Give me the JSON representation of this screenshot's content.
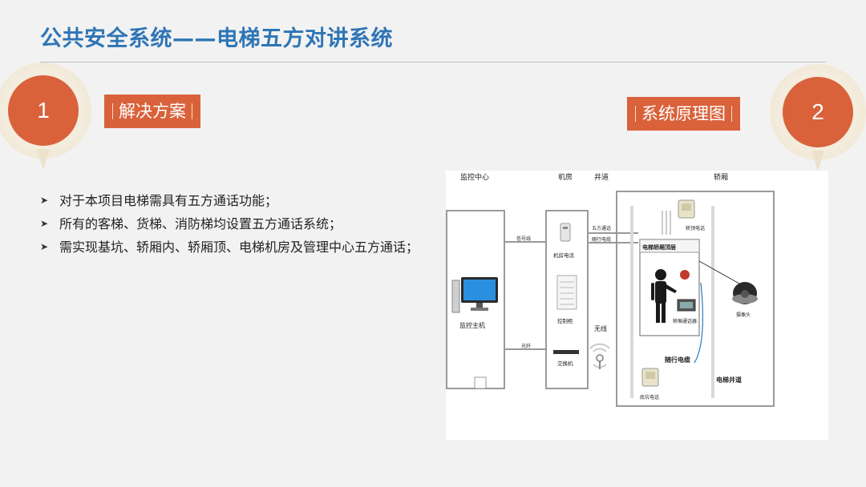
{
  "slide": {
    "title": "公共安全系统——电梯五方对讲系统",
    "badge_left": "1",
    "badge_right": "2",
    "tag_left": "解决方案",
    "tag_right": "系统原理图",
    "bullets": [
      "对于本项目电梯需具有五方通话功能；",
      "所有的客梯、货梯、消防梯均设置五方通话系统；",
      "需实现基坑、轿厢内、轿厢顶、电梯机房及管理中心五方通话；"
    ]
  },
  "diagram": {
    "col_monitor_center": "监控中心",
    "col_machine_room": "机房",
    "col_shaft": "井道",
    "col_car": "轿厢",
    "monitor_host": "监控主机",
    "signal_line": "信号线",
    "fiber": "光纤",
    "machine_room_phone": "机房电话",
    "control_cabinet": "控制柜",
    "switch": "交换机",
    "five_way_call": "五方通话",
    "traveling_cable_label": "随行电缆",
    "wireless": "无线",
    "car_top_phone": "轿顶电话",
    "car_top_layer": "电梯轿厢顶层",
    "car_intercom": "轿厢通话器",
    "camera": "摄像头",
    "traveling_cable": "随行电缆",
    "elevator_shaft": "电梯井道",
    "pit_phone": "底坑电话"
  },
  "colors": {
    "title": "#2e75b6",
    "accent": "#d9623b",
    "background": "#f2f2f2"
  }
}
